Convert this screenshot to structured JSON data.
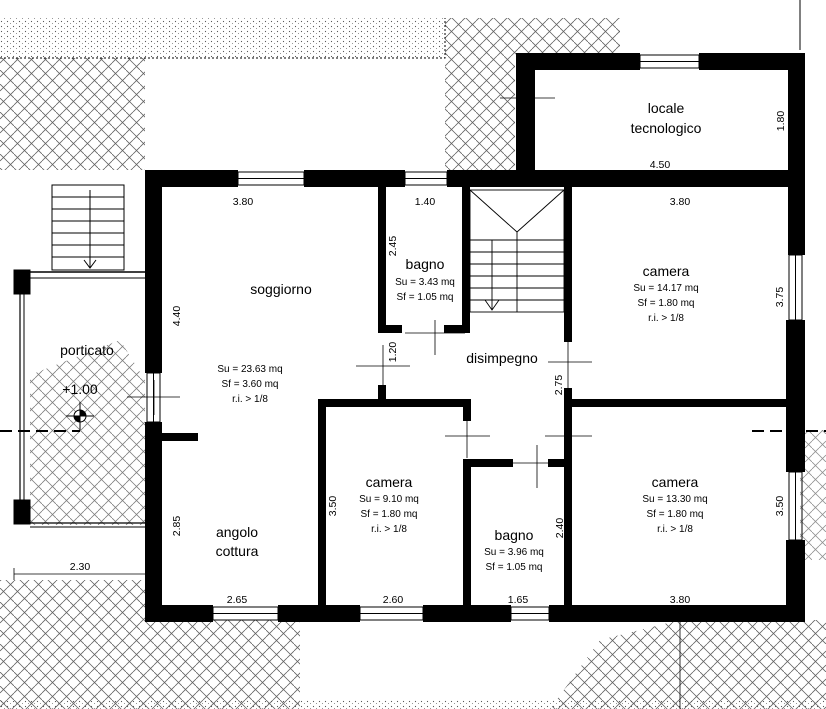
{
  "rooms": {
    "locale": {
      "line1": "locale",
      "line2": "tecnologico",
      "w": "4.50",
      "h": "1.80"
    },
    "soggiorno": {
      "name": "soggiorno",
      "su": "Su = 23.63 mq",
      "sf": "Sf = 3.60 mq",
      "ri": "r.i. > 1/8",
      "w": "3.80",
      "h": "4.40"
    },
    "bagno1": {
      "name": "bagno",
      "su": "Su = 3.43 mq",
      "sf": "Sf = 1.05 mq",
      "w": "1.40",
      "h": "2.45"
    },
    "camera1": {
      "name": "camera",
      "su": "Su = 14.17 mq",
      "sf": "Sf = 1.80 mq",
      "ri": "r.i. > 1/8",
      "w": "3.80",
      "h": "3.75"
    },
    "disimpegno": {
      "name": "disimpegno",
      "w": "1.20",
      "h": "2.75"
    },
    "porticato": {
      "name": "porticato",
      "level": "+1.00",
      "w": "2.30"
    },
    "camera2": {
      "name": "camera",
      "su": "Su = 9.10 mq",
      "sf": "Sf = 1.80 mq",
      "ri": "r.i. > 1/8",
      "w": "2.60",
      "h": "3.50"
    },
    "bagno2": {
      "name": "bagno",
      "su": "Su = 3.96 mq",
      "sf": "Sf = 1.05 mq",
      "w": "1.65",
      "h": "2.40"
    },
    "camera3": {
      "name": "camera",
      "su": "Su = 13.30 mq",
      "sf": "Sf = 1.80 mq",
      "ri": "r.i. > 1/8",
      "w": "3.80",
      "h": "3.50"
    },
    "cucina": {
      "line1": "angolo",
      "line2": "cottura",
      "w": "2.65",
      "h": "2.85"
    }
  }
}
